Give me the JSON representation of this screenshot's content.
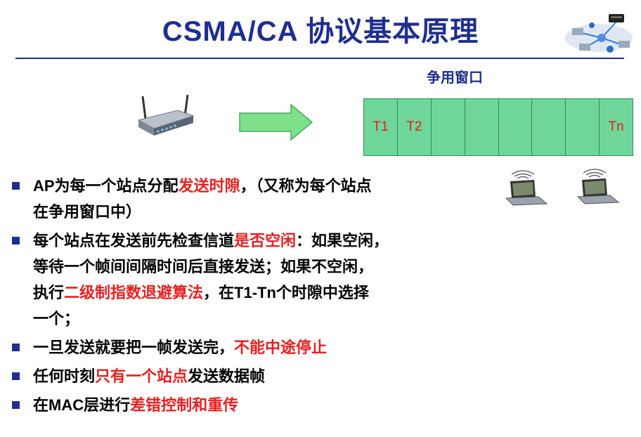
{
  "title": "CSMA/CA 协议基本原理",
  "window": {
    "caption": "争用窗口",
    "slots": [
      "T1",
      "T2",
      "",
      "",
      "",
      "",
      "",
      "Tn"
    ]
  },
  "bullets": [
    {
      "lines": [
        [
          {
            "t": "AP为每一个站点分配",
            "red": false
          },
          {
            "t": "发送时隙",
            "red": true
          },
          {
            "t": "，（又称为每个站点",
            "red": false
          }
        ],
        [
          {
            "t": "在争用窗口中）",
            "red": false
          }
        ]
      ]
    },
    {
      "lines": [
        [
          {
            "t": "每个站点在发送前先检查信道",
            "red": false
          },
          {
            "t": "是否空闲",
            "red": true
          },
          {
            "t": "：如果空闲，",
            "red": false
          }
        ],
        [
          {
            "t": "等待一个帧间间隔时间后直接发送；如果不空闲，",
            "red": false
          }
        ],
        [
          {
            "t": "执行",
            "red": false
          },
          {
            "t": "二级制指数退避算法",
            "red": true
          },
          {
            "t": "，在T1-Tn个时隙中选择",
            "red": false
          }
        ],
        [
          {
            "t": "一个；",
            "red": false
          }
        ]
      ]
    },
    {
      "lines": [
        [
          {
            "t": "一旦发送就要把一帧发送完，",
            "red": false
          },
          {
            "t": "不能中途停止",
            "red": true
          }
        ]
      ]
    },
    {
      "lines": [
        [
          {
            "t": "任何时刻",
            "red": false
          },
          {
            "t": "只有一个站点",
            "red": true
          },
          {
            "t": "发送数据帧",
            "red": false
          }
        ]
      ]
    },
    {
      "lines": [
        [
          {
            "t": "在MAC层进行",
            "red": false
          },
          {
            "t": "差错控制和重传",
            "red": true
          }
        ]
      ]
    }
  ],
  "icons": [
    "router-icon",
    "arrow-icon",
    "network-icon",
    "laptop-icon"
  ],
  "colors": {
    "title": "#1f2f8f",
    "accent_red": "#e82020",
    "slot_fill": "#6fd69a",
    "arrow_fill": "#7ee08a"
  }
}
